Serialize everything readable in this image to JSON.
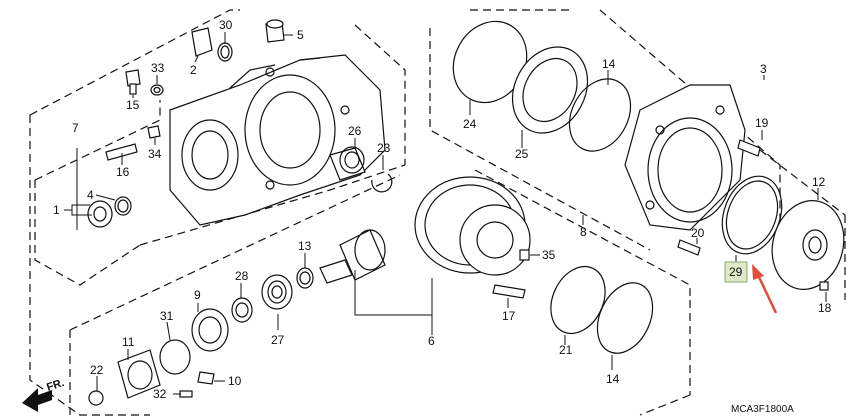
{
  "diagram": {
    "part_numbers": [
      "1",
      "2",
      "3",
      "4",
      "5",
      "6",
      "7",
      "8",
      "9",
      "10",
      "11",
      "12",
      "13",
      "14",
      "14",
      "15",
      "16",
      "17",
      "18",
      "19",
      "20",
      "21",
      "22",
      "23",
      "24",
      "25",
      "26",
      "27",
      "28",
      "29",
      "30",
      "31",
      "32",
      "33",
      "34",
      "35"
    ],
    "highlighted_part": "29",
    "highlight_color": "#dfe9c9",
    "arrow_color": "#e24a3b",
    "front_label": "FR.",
    "diagram_code": "MCA3F1800A"
  }
}
